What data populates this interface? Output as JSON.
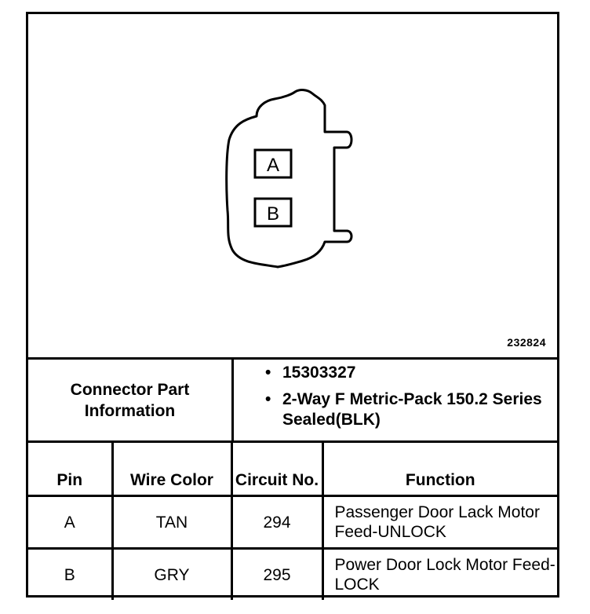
{
  "diagram": {
    "pins": [
      {
        "label": "A"
      },
      {
        "label": "B"
      }
    ],
    "figure_id": "232824"
  },
  "part_info": {
    "label": "Connector Part Information",
    "items": [
      "15303327",
      "2-Way F Metric-Pack 150.2 Series Sealed(BLK)"
    ]
  },
  "table": {
    "headers": {
      "pin": "Pin",
      "wire_color": "Wire Color",
      "circuit": "Circuit No.",
      "function": "Function"
    },
    "rows": [
      {
        "pin": "A",
        "wire_color": "TAN",
        "circuit": "294",
        "function": "Passenger Door Lack Motor Feed-UNLOCK"
      },
      {
        "pin": "B",
        "wire_color": "GRY",
        "circuit": "295",
        "function": "Power Door Lock Motor Feed-LOCK"
      }
    ]
  }
}
